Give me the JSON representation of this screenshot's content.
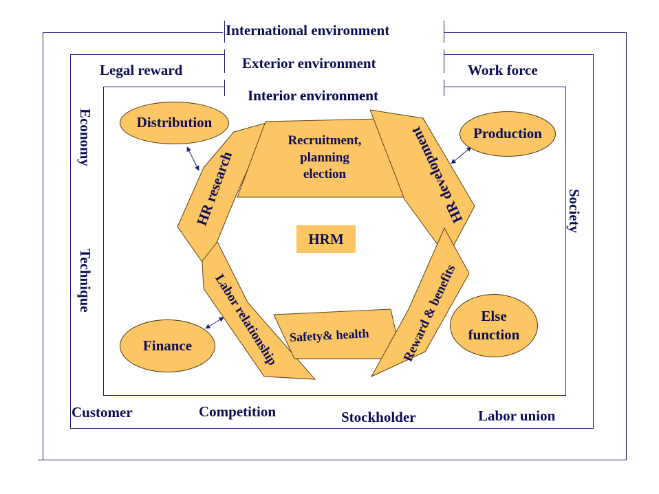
{
  "environments": {
    "international": "International environment",
    "exterior": "Exterior environment",
    "interior": "Interior environment"
  },
  "factors": {
    "legal_reward": "Legal reward",
    "work_force": "Work force",
    "economy": "Economy",
    "technique": "Technique",
    "society": "Society",
    "customer": "Customer",
    "competition": "Competition",
    "stockholder": "Stockholder",
    "labor_union": "Labor union"
  },
  "functions": {
    "distribution": "Distribution",
    "production": "Production",
    "finance": "Finance",
    "else_line1": "Else",
    "else_line2": "function"
  },
  "hrm": {
    "center": "HRM",
    "recruitment_line1": "Recruitment,",
    "recruitment_line2": "planning",
    "recruitment_line3": "election",
    "hr_research": "HR research",
    "hr_development": "HR development",
    "labor_relationship": "Labor relationship",
    "reward_benefits": "Reward & benefits",
    "safety_health": "Safety& health"
  },
  "colors": {
    "fill": "#fcc664",
    "text": "#0b0b55",
    "frame": "#1a1a7a"
  }
}
